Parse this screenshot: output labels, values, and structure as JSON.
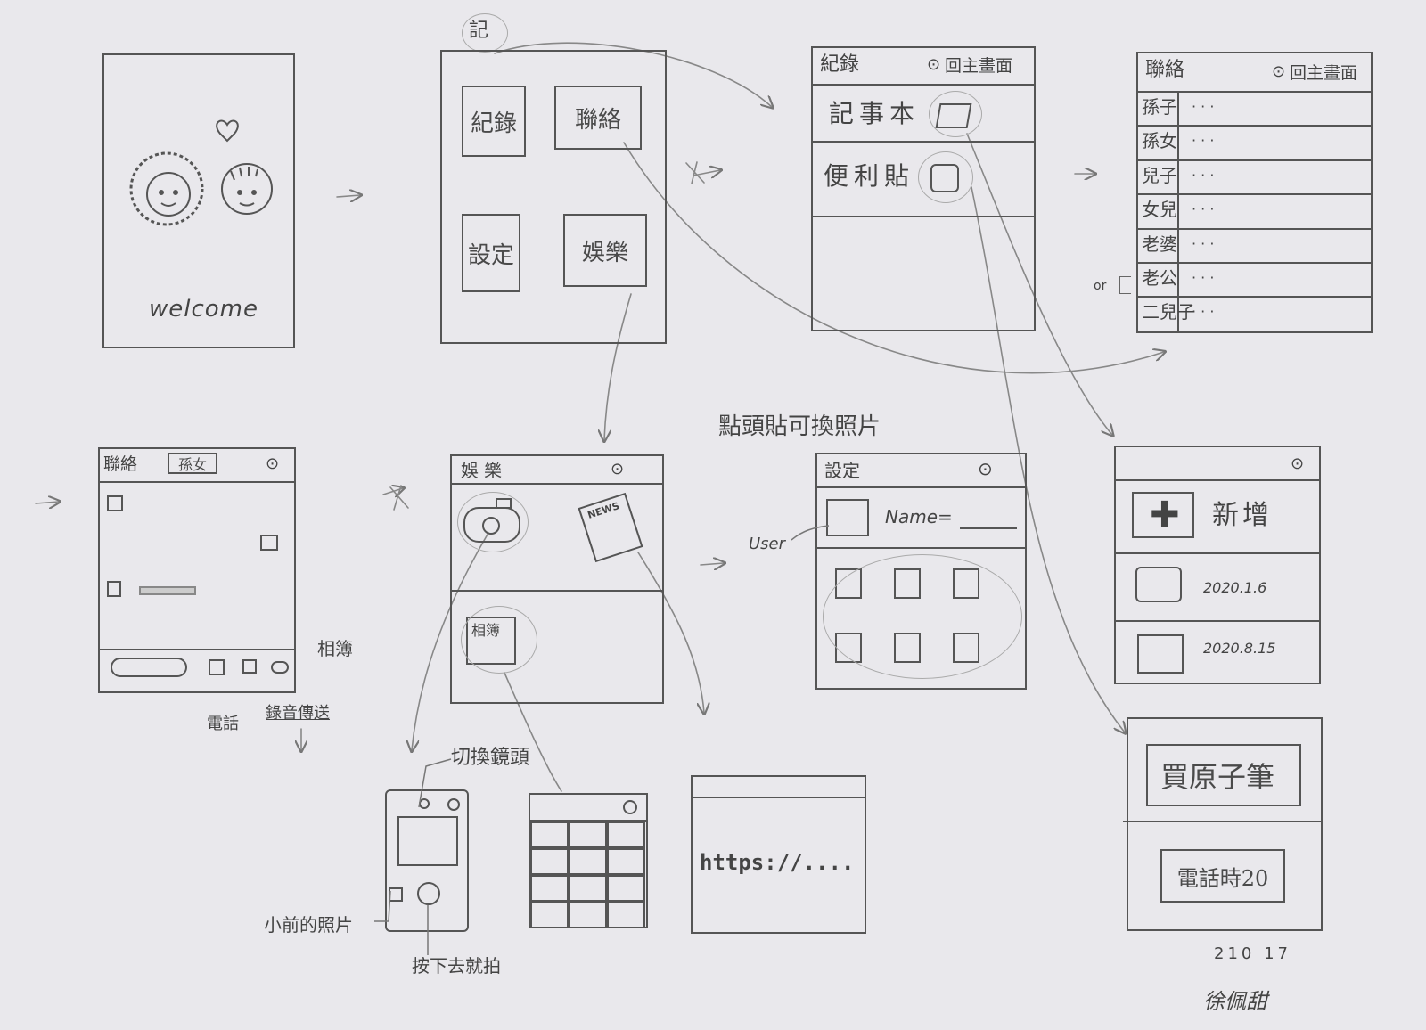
{
  "welcome": {
    "caption": "welcome"
  },
  "menu": {
    "label": "記",
    "buttons": [
      "紀錄",
      "聯絡",
      "設定",
      "娛樂"
    ]
  },
  "records": {
    "title": "紀錄",
    "home": "回主畫面",
    "items": [
      "記事本",
      "便利貼"
    ]
  },
  "contacts": {
    "title": "聯絡",
    "home": "回主畫面",
    "names": [
      "孫子",
      "孫女",
      "兒子",
      "女兒",
      "老婆",
      "老公",
      "二兒子"
    ],
    "dots": "· · ·",
    "or_mark": "or"
  },
  "chat": {
    "title": "聯絡",
    "contact_tag": "孫女",
    "phone_note": "電話",
    "record_note": "錄音傳送",
    "album_note": "相簿"
  },
  "entertainment": {
    "title": "娛樂",
    "news_label": "NEWS",
    "album_label": "相簿"
  },
  "settings": {
    "note_top": "點頭貼可換照片",
    "title": "設定",
    "user_note": "User",
    "name_label": "Name="
  },
  "notebook": {
    "add_label": "新增",
    "dates": [
      "2020.1.6",
      "2020.8.15"
    ]
  },
  "purchase": {
    "item": "買原子筆",
    "reminder": "電話時20"
  },
  "camera": {
    "switch_note": "切換鏡頭",
    "thumb_note": "小前的照片",
    "shutter_note": "按下去就拍"
  },
  "browser": {
    "url": "https://...."
  },
  "signature": {
    "date": "210 17",
    "name": "徐佩甜"
  }
}
